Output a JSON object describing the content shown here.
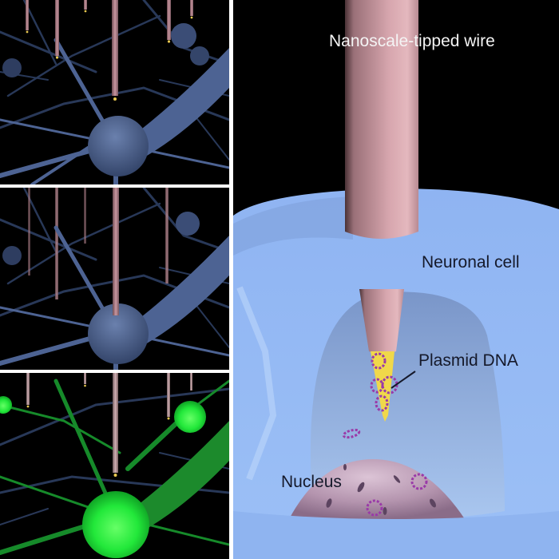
{
  "figure": {
    "panels": [
      {
        "id": "panel-1",
        "description": "Neuron network with nanowire array above cell body",
        "state": "before-insertion"
      },
      {
        "id": "panel-2",
        "description": "Nanowire inserted into neuron cell body",
        "state": "inserted"
      },
      {
        "id": "panel-3",
        "description": "Neurons expressing green fluorescence after transfection",
        "state": "fluorescent"
      },
      {
        "id": "panel-main",
        "description": "Close-up cross-section of nanowire delivering plasmid DNA into neuronal cell"
      }
    ],
    "labels": {
      "wire": "Nanoscale-tipped wire",
      "cell": "Neuronal cell",
      "dna": "Plasmid DNA",
      "nucleus": "Nucleus"
    },
    "colors": {
      "background": "#000000",
      "neuron_blue": "#4a5f8c",
      "neuron_green": "#22ee44",
      "wire_pink": "#d4a0a8",
      "tip_yellow": "#f0d84a",
      "cell_blue": "#8fb4ef",
      "nucleus_pink": "#b48ca8",
      "plasmid_purple": "#9a3aa8",
      "separator": "#ffffff"
    }
  }
}
